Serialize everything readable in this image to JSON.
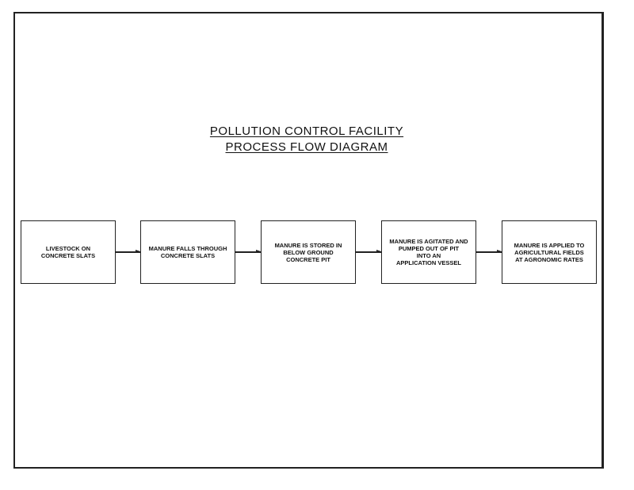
{
  "title": {
    "line1": "POLLUTION CONTROL FACILITY",
    "line2": "PROCESS FLOW DIAGRAM"
  },
  "steps": [
    {
      "text": "LIVESTOCK ON\nCONCRETE SLATS"
    },
    {
      "text": "MANURE FALLS THROUGH\nCONCRETE SLATS"
    },
    {
      "text": "MANURE IS STORED IN\nBELOW GROUND\nCONCRETE PIT"
    },
    {
      "text": "MANURE IS AGITATED AND\nPUMPED OUT OF PIT\nINTO AN\nAPPLICATION VESSEL"
    },
    {
      "text": "MANURE IS APPLIED TO\nAGRICULTURAL FIELDS\nAT AGRONOMIC RATES"
    }
  ]
}
